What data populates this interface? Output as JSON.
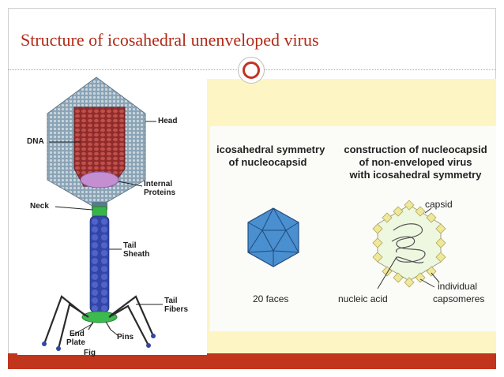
{
  "slide": {
    "title": "Structure of icosahedral unenveloped virus",
    "colors": {
      "title": "#b22a17",
      "accent_bar": "#c2351d",
      "panel_bg": "#fdf6c4"
    }
  },
  "phage_diagram": {
    "labels": {
      "head": "Head",
      "dna": "DNA",
      "internal_proteins_1": "Internal",
      "internal_proteins_2": "Proteins",
      "neck": "Neck",
      "tail_sheath_1": "Tail",
      "tail_sheath_2": "Sheath",
      "tail_fibers_1": "Tail",
      "tail_fibers_2": "Fibers",
      "end_plate_1": "End",
      "end_plate_2": "Plate",
      "pins": "Pins",
      "figure": "Fig"
    }
  },
  "photo": {
    "left_heading_1": "icosahedral symmetry",
    "left_heading_2": "of nucleocapsid",
    "right_heading_1": "construction of nucleocapsid",
    "right_heading_2": "of non-enveloped virus",
    "right_heading_3": "with icosahedral symmetry",
    "faces": "20 faces",
    "capsid": "capsid",
    "nucleic_acid": "nucleic acid",
    "individual": "individual",
    "capsomeres": "capsomeres"
  }
}
